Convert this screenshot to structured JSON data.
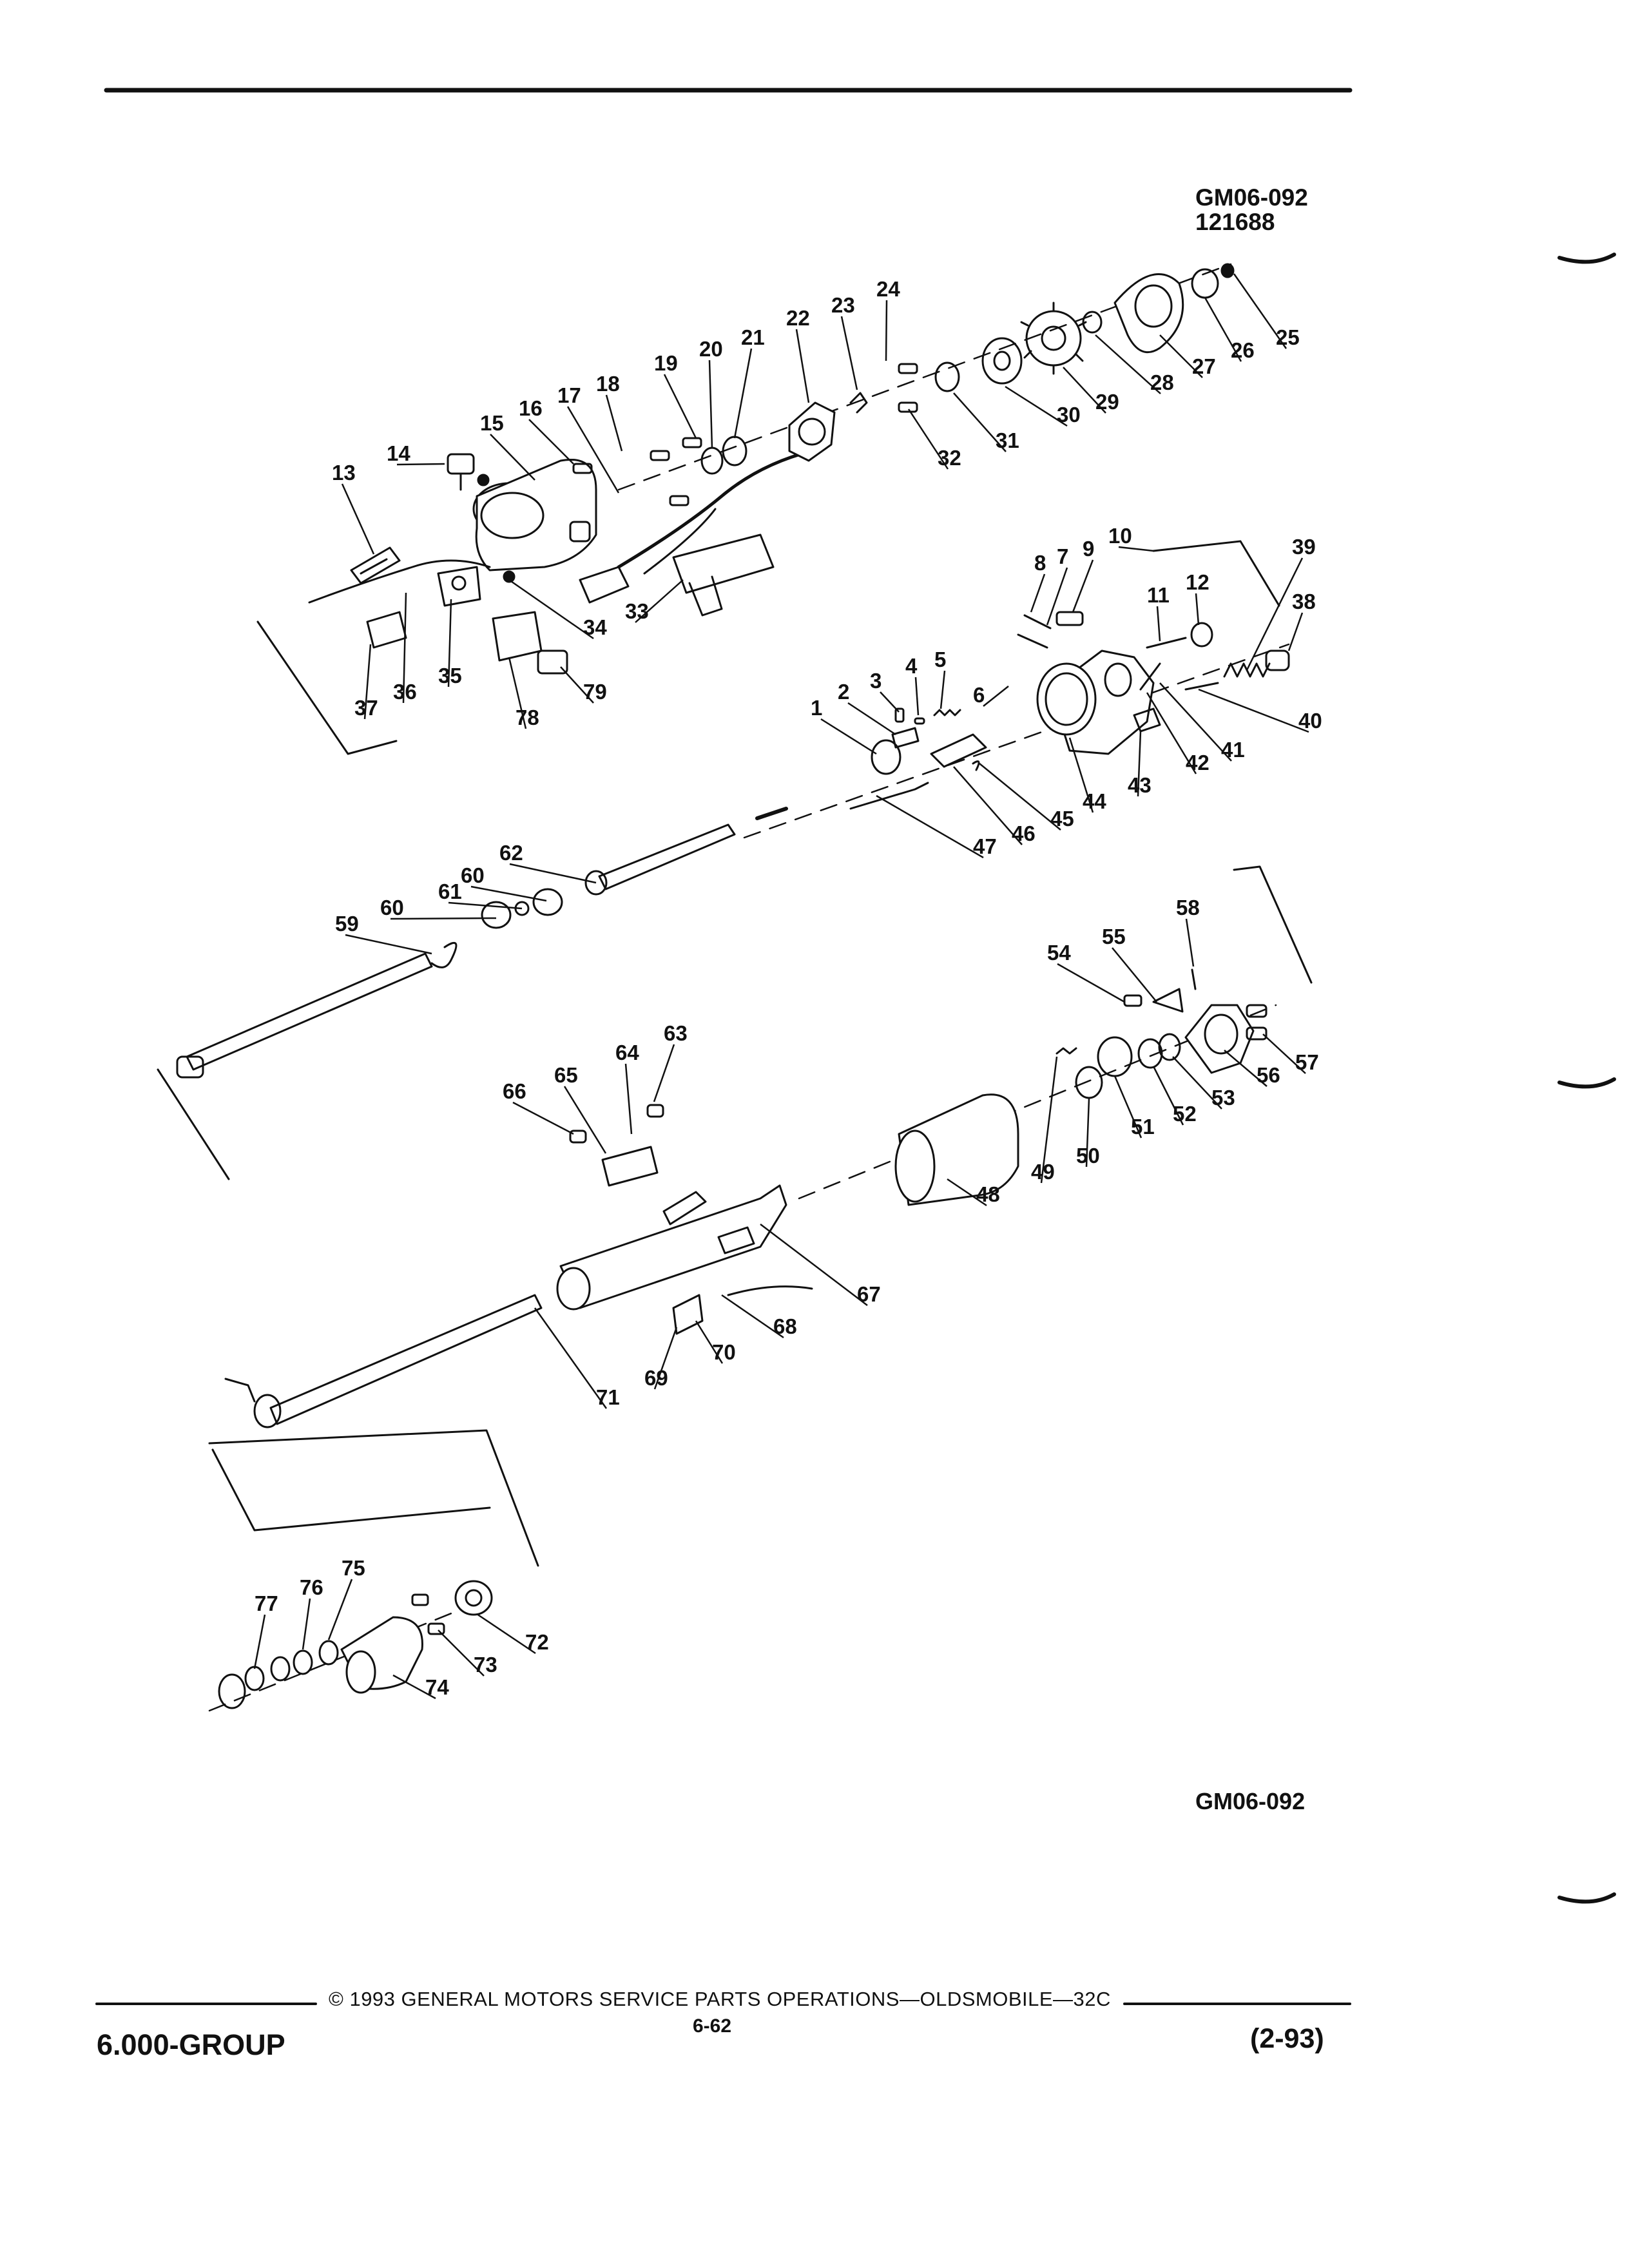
{
  "header": {
    "figure_code": "GM06-092",
    "figure_date": "121688"
  },
  "figure_id": "GM06-092",
  "footer": {
    "group": "6.000-GROUP",
    "copyright": "© 1993 GENERAL MOTORS SERVICE PARTS OPERATIONS—OLDSMOBILE—32C",
    "page_number": "6-62",
    "revision_date": "(2-93)"
  },
  "diagram": {
    "callouts": [
      "1",
      "2",
      "3",
      "4",
      "5",
      "6",
      "7",
      "8",
      "9",
      "10",
      "11",
      "12",
      "13",
      "14",
      "15",
      "16",
      "17",
      "18",
      "19",
      "20",
      "21",
      "22",
      "23",
      "24",
      "25",
      "26",
      "27",
      "28",
      "29",
      "30",
      "31",
      "32",
      "33",
      "34",
      "35",
      "36",
      "37",
      "38",
      "39",
      "40",
      "41",
      "42",
      "43",
      "44",
      "45",
      "46",
      "47",
      "48",
      "49",
      "50",
      "51",
      "52",
      "53",
      "54",
      "55",
      "56",
      "57",
      "58",
      "59",
      "60",
      "61",
      "62",
      "63",
      "64",
      "65",
      "66",
      "67",
      "68",
      "69",
      "70",
      "71",
      "72",
      "73",
      "74",
      "75",
      "76",
      "77",
      "78",
      "79"
    ]
  }
}
